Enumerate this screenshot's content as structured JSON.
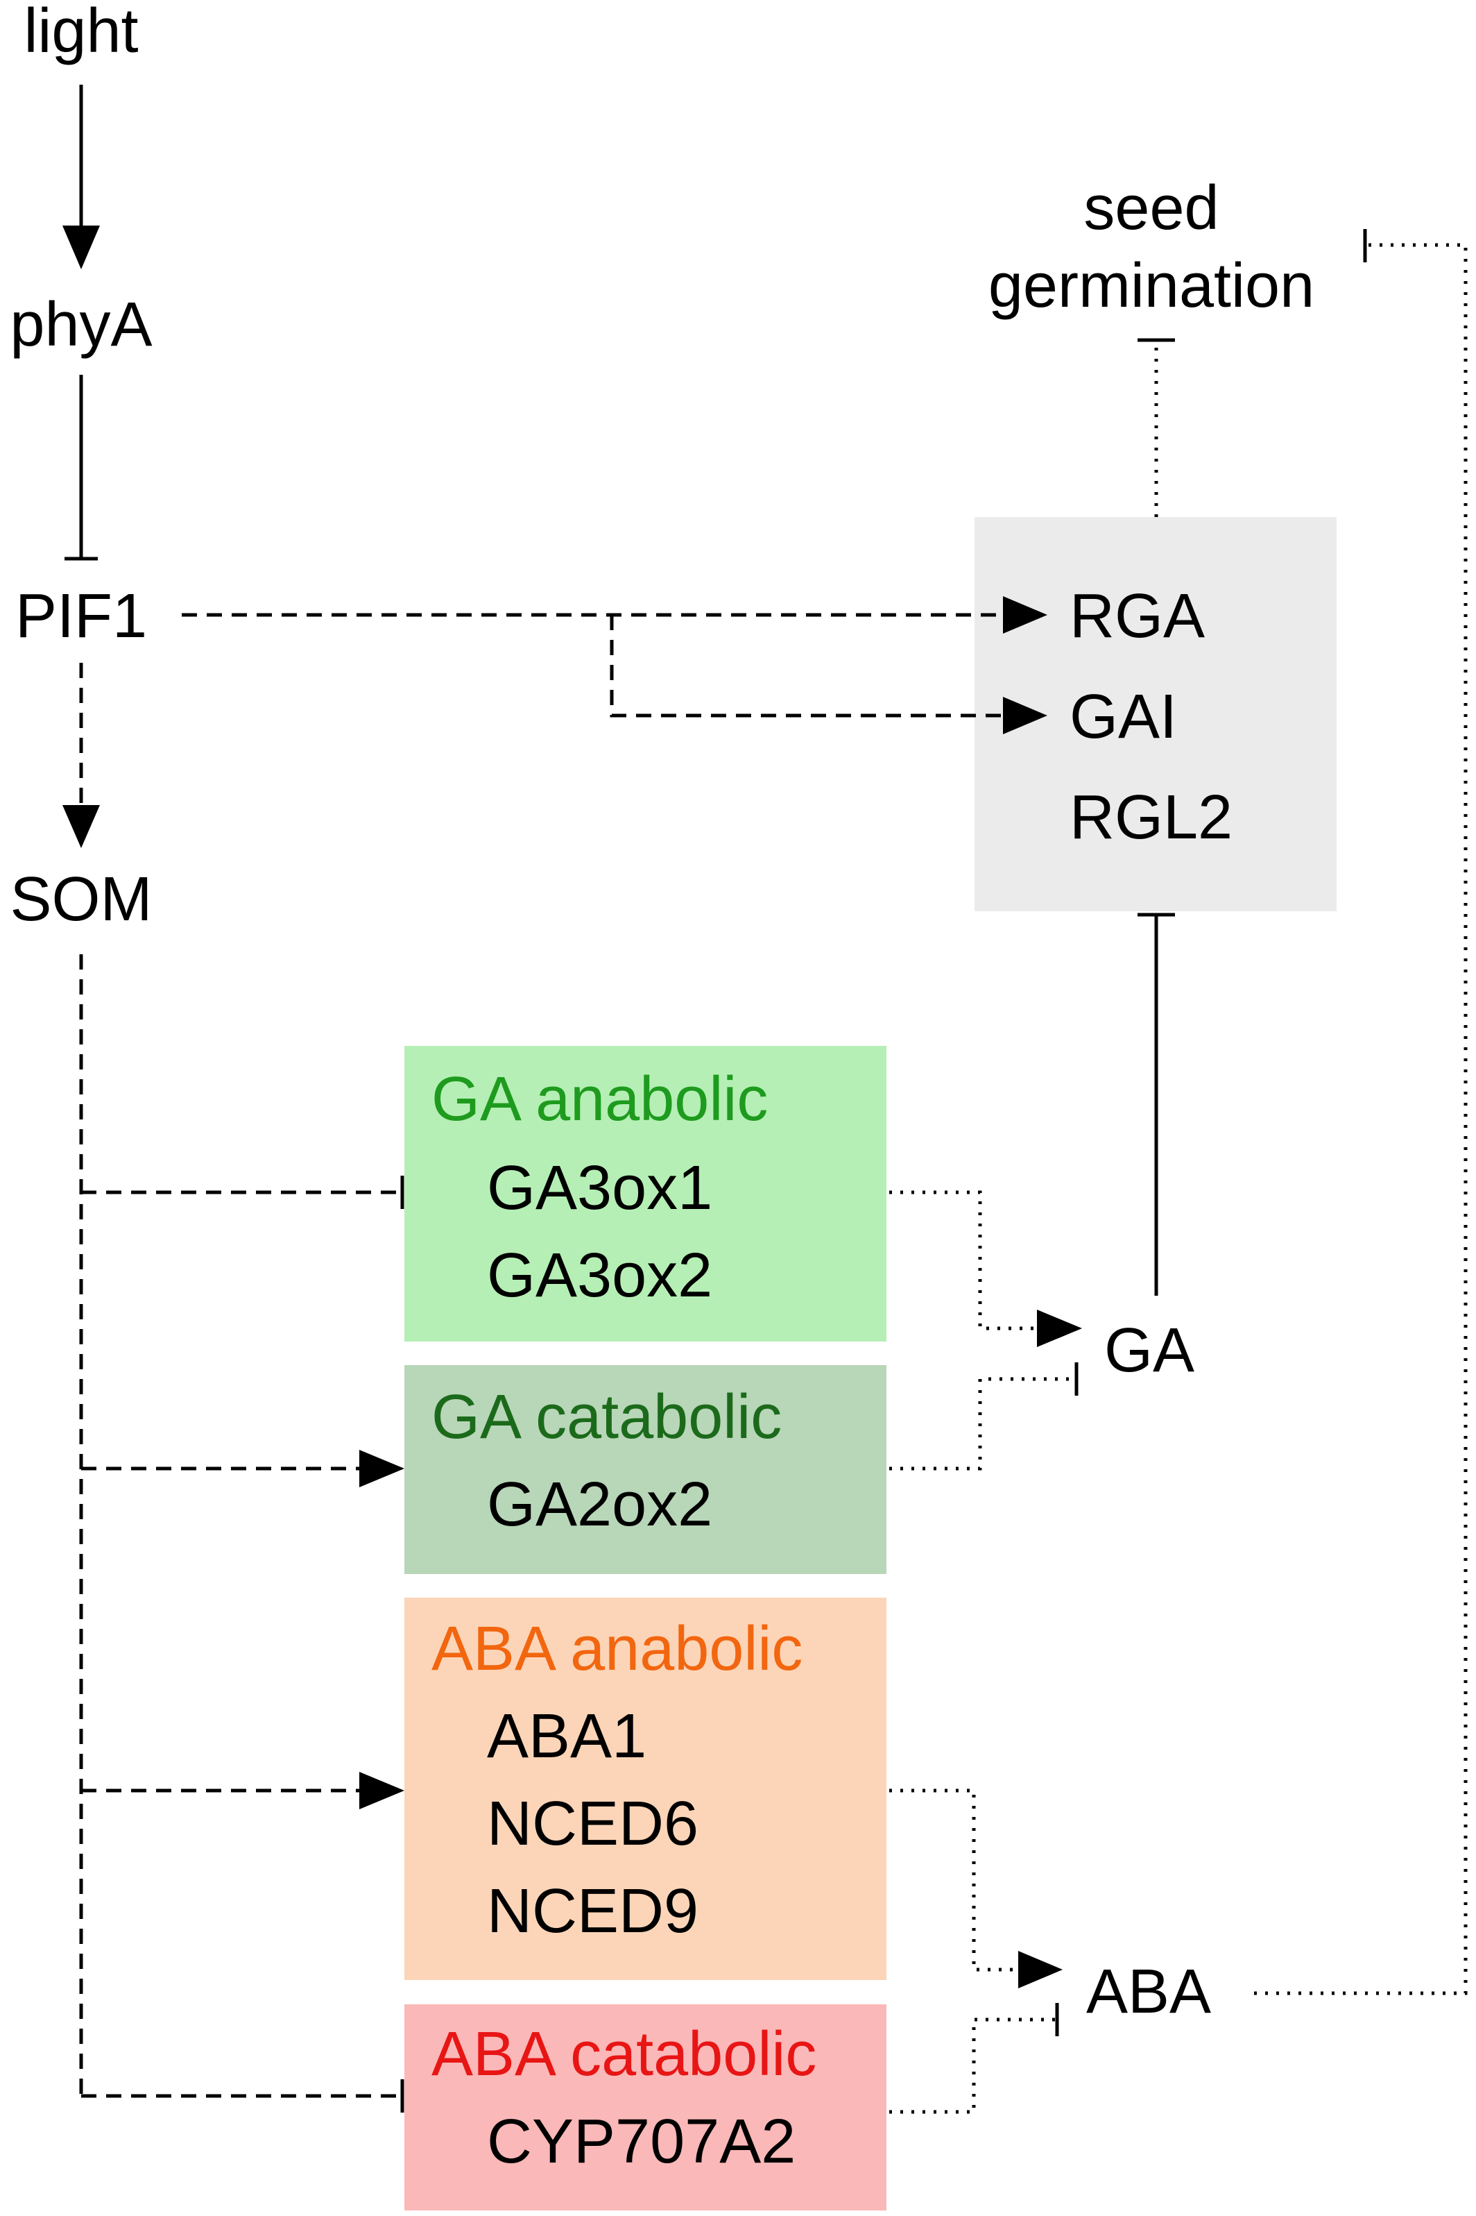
{
  "nodes": {
    "light": "light",
    "phyA": "phyA",
    "pif1": "PIF1",
    "som": "SOM",
    "seed_line1": "seed",
    "seed_line2": "germination",
    "ga": "GA",
    "aba": "ABA"
  },
  "della_box": {
    "color": "#ebebeb",
    "items": [
      "RGA",
      "GAI",
      "RGL2"
    ]
  },
  "ga_anabolic": {
    "title": "GA anabolic",
    "title_color": "#1e9b1e",
    "fill": "#b5efb5",
    "genes": [
      "GA3ox1",
      "GA3ox2"
    ]
  },
  "ga_catabolic": {
    "title": "GA catabolic",
    "title_color": "#1b6a1b",
    "fill": "#b8d6b8",
    "genes": [
      "GA2ox2"
    ]
  },
  "aba_anabolic": {
    "title": "ABA anabolic",
    "title_color": "#f2660f",
    "fill": "#fcd5b8",
    "genes": [
      "ABA1",
      "NCED6",
      "NCED9"
    ]
  },
  "aba_catabolic": {
    "title": "ABA catabolic",
    "title_color": "#e81515",
    "fill": "#fbb8b8",
    "genes": [
      "CYP707A2"
    ]
  }
}
